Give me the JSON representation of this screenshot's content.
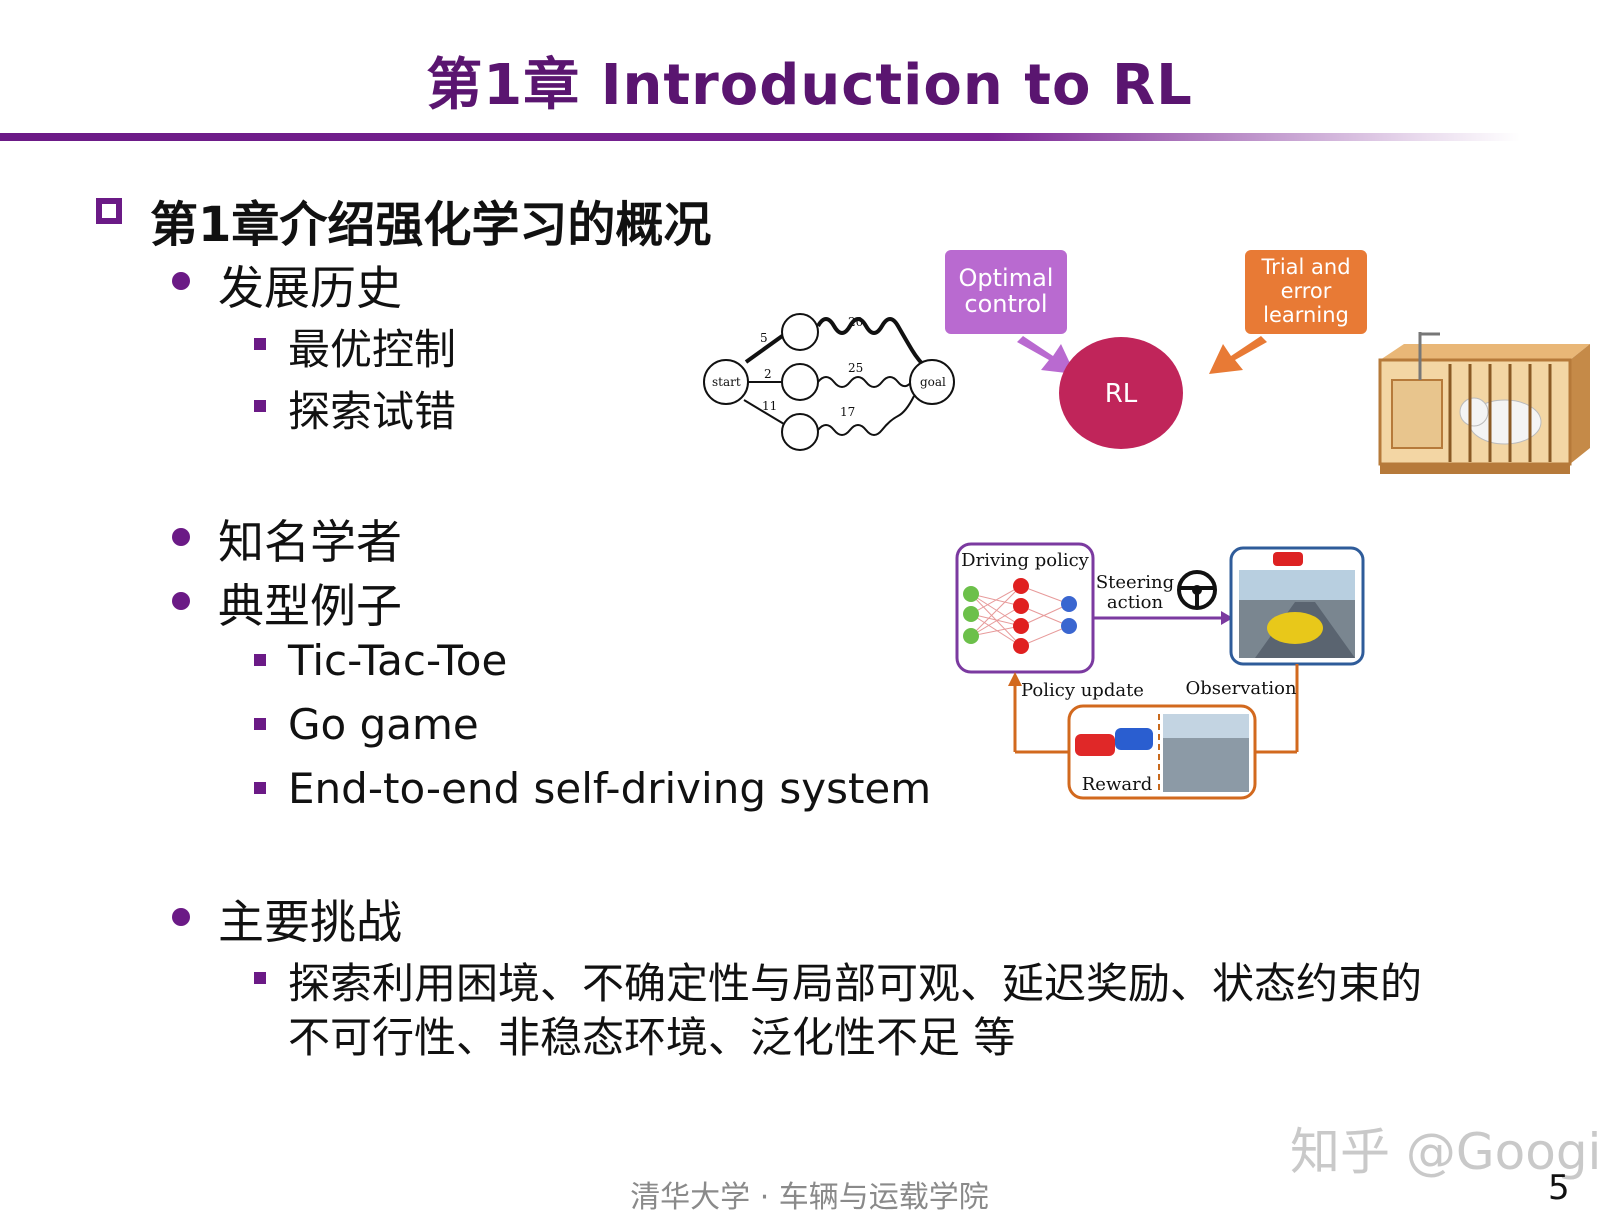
{
  "slide": {
    "title": "第1章 Introduction to RL",
    "heading": "第1章介绍强化学习的概况",
    "bullets": [
      {
        "label": "发展历史",
        "subitems": [
          "最优控制",
          "探索试错"
        ]
      },
      {
        "label": "知名学者",
        "subitems": []
      },
      {
        "label": "典型例子",
        "subitems": [
          "Tic-Tac-Toe",
          "Go game",
          "End-to-end self-driving system"
        ]
      },
      {
        "label": "主要挑战",
        "subitems": [
          "探索利用困境、不确定性与局部可观、延迟奖励、状态约束的",
          "不可行性、非稳态环境、泛化性不足 等"
        ]
      }
    ],
    "footer": "清华大学 · 车辆与运载学院",
    "page_number": "5",
    "watermark": "知乎 @Googi"
  },
  "rl_diagram": {
    "optimal_control": "Optimal control",
    "optimal_control_lines": [
      "Optimal",
      "control"
    ],
    "trial_error_lines": [
      "Trial and",
      "error",
      "learning"
    ],
    "rl": "RL",
    "colors": {
      "optimal": "#b96ad0",
      "trial": "#e87a35",
      "rl": "#c0255a"
    }
  },
  "graph": {
    "start": "start",
    "goal": "goal",
    "edge_labels": [
      "5",
      "2",
      "11",
      "20",
      "25",
      "17"
    ]
  },
  "driving_diagram": {
    "driving_policy": "Driving policy",
    "steering_action": [
      "Steering",
      "action"
    ],
    "policy_update": "Policy update",
    "observation": "Observation",
    "reward": "Reward"
  }
}
